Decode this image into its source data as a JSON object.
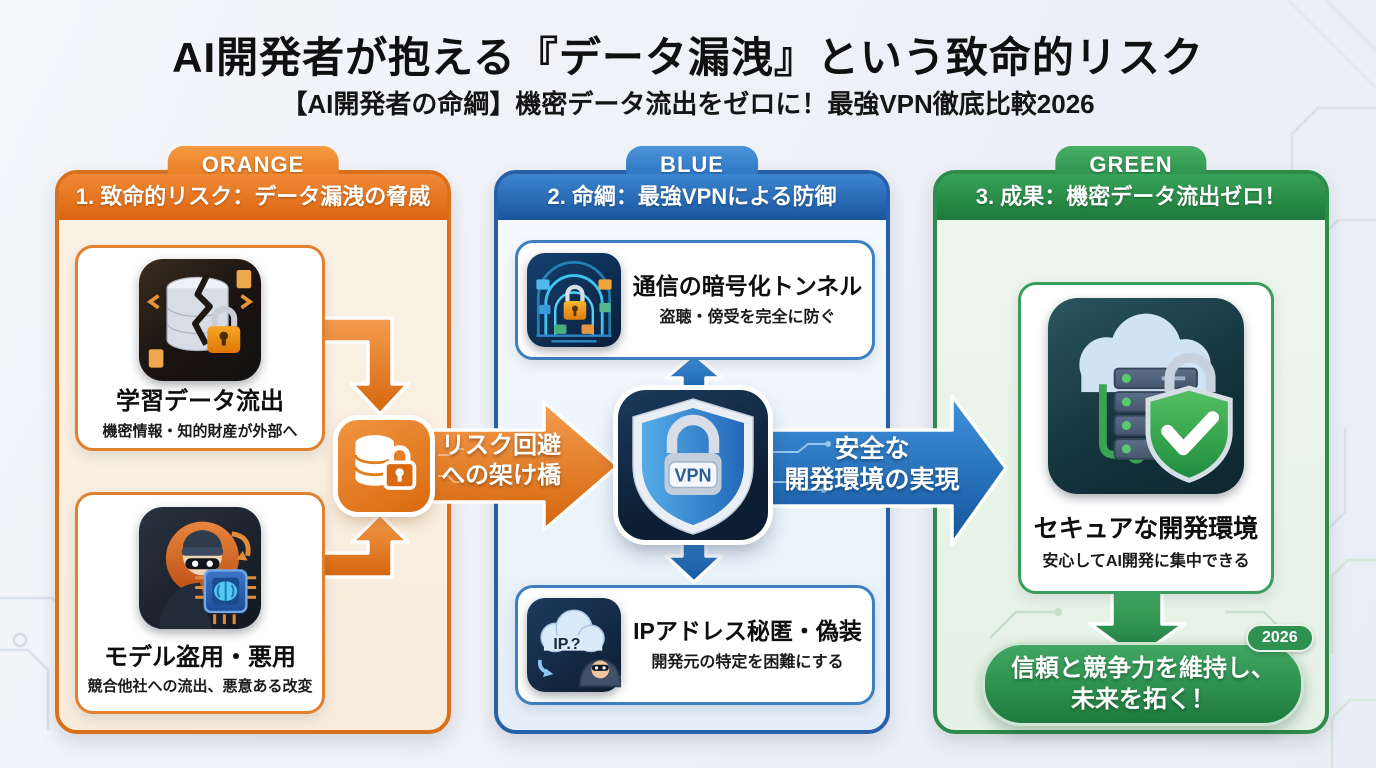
{
  "header": {
    "title": "AI開発者が抱える『データ漏洩』という致命的リスク",
    "subtitle": "【AI開発者の命綱】機密データ流出をゼロに！最強VPN徹底比較2026"
  },
  "columns": {
    "orange": {
      "tab": "ORANGE",
      "header": "1. 致命的リスク：データ漏洩の脅威",
      "cards": [
        {
          "icon": "broken-database-icon",
          "title": "学習データ流出",
          "caption": "機密情報・知的財産が外部へ"
        },
        {
          "icon": "hacker-model-theft-icon",
          "title": "モデル盗用・悪用",
          "caption": "競合他社への流出、悪意ある改変"
        }
      ],
      "hub_icon": "database-lock-icon",
      "bridge_arrow": {
        "line1": "リスク回避",
        "line2": "への架け橋"
      }
    },
    "blue": {
      "tab": "BLUE",
      "header": "2. 命綱：最強VPNによる防御",
      "cards": [
        {
          "icon": "encrypted-tunnel-icon",
          "title": "通信の暗号化トンネル",
          "caption": "盗聴・傍受を完全に防ぐ"
        },
        {
          "icon": "ip-mask-icon",
          "title": "IPアドレス秘匿・偽装",
          "caption": "開発元の特定を困難にする"
        }
      ],
      "vpn_icon": "vpn-shield-icon",
      "vpn_badge": "VPN",
      "ip_cloud_label": "IP.?",
      "result_arrow": {
        "line1": "安全な",
        "line2": "開発環境の実現"
      }
    },
    "green": {
      "tab": "GREEN",
      "header": "3. 成果：機密データ流出ゼロ！",
      "card": {
        "icon": "secure-server-icon",
        "title": "セキュアな開発環境",
        "caption": "安心してAI開発に集中できる"
      },
      "banner": {
        "line1": "信頼と競争力を維持し、",
        "line2": "未来を拓く！",
        "badge": "2026"
      }
    }
  },
  "colors": {
    "orange": "#E0701E",
    "blue": "#2166B0",
    "green": "#2E8B4A",
    "background": "#EFF2F7"
  }
}
